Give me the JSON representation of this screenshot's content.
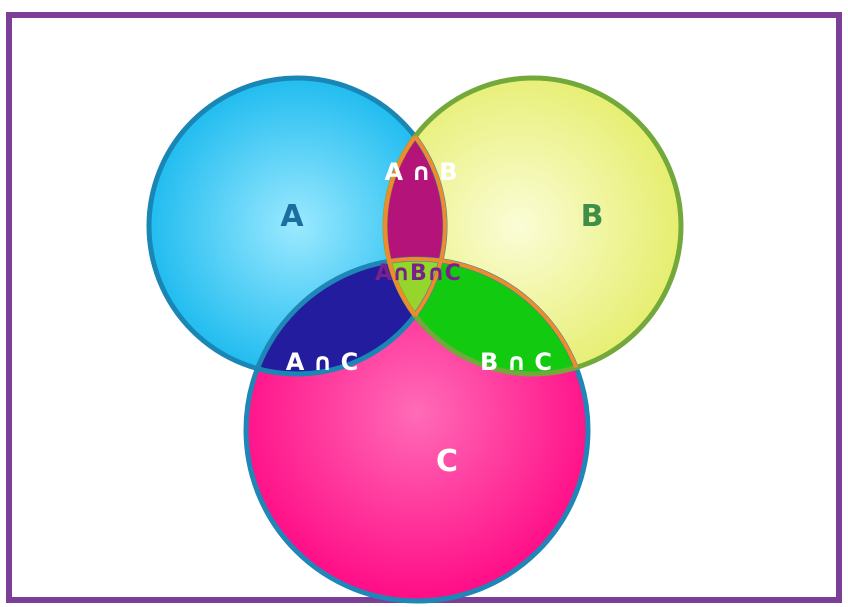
{
  "diagram": {
    "sets": {
      "a": {
        "label": "A",
        "fill": "#22c3f3",
        "stroke": "#1a86b5",
        "label_color": "#1a6fa0"
      },
      "b": {
        "label": "B",
        "fill": "#eaf07f",
        "stroke": "#73a93a",
        "label_color": "#3f8f4a"
      },
      "c": {
        "label": "C",
        "fill": "#ff1a8f",
        "stroke": "#1f86b8",
        "label_color": "#ffffff"
      }
    },
    "intersections": {
      "ab": {
        "label": "A ∩ B",
        "fill": "#b4137a",
        "label_color": "#ffffff"
      },
      "ac": {
        "label": "A ∩ C",
        "fill": "#1f1a9b",
        "label_color": "#ffffff"
      },
      "bc": {
        "label": "B ∩ C",
        "fill": "#11c90f",
        "label_color": "#ffffff"
      },
      "abc": {
        "label": "A∩B∩C",
        "fill": "#9ccc2a",
        "label_color": "#7b1f8a"
      }
    },
    "frame_color": "#7b3f98",
    "overlap_stroke": "#f08a2a"
  }
}
